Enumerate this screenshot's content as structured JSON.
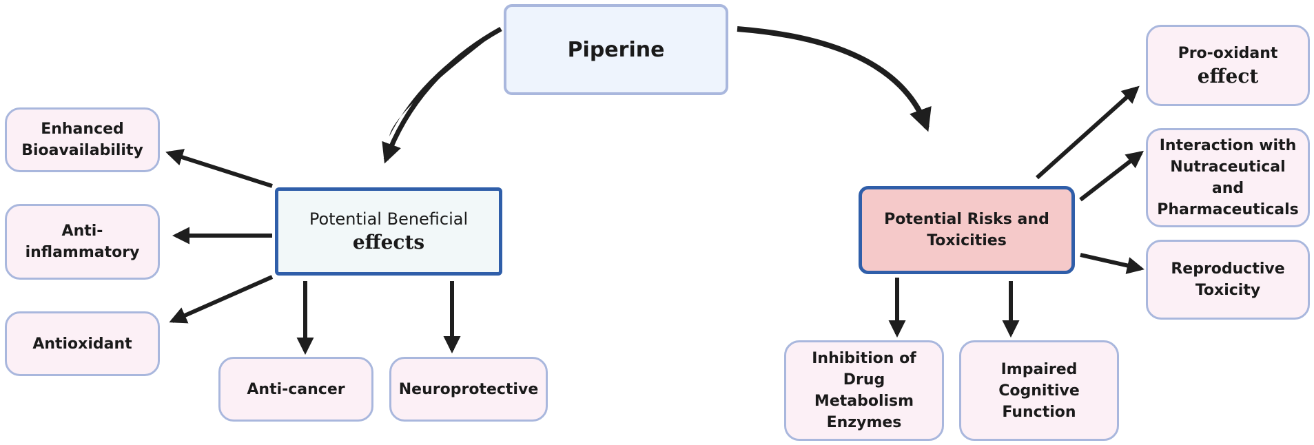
{
  "root": {
    "label": "Piperine"
  },
  "benefits": {
    "label_line1": "Potential Beneficial",
    "label_line2": "effects",
    "items": [
      {
        "line1": "Enhanced",
        "line2": "Bioavailability"
      },
      {
        "line1": "Anti-",
        "line2": "inflammatory"
      },
      {
        "line1": "Antioxidant"
      },
      {
        "line1": "Anti-cancer"
      },
      {
        "line1": "Neuroprotective"
      }
    ]
  },
  "risks": {
    "label_line1": "Potential Risks and",
    "label_line2": "Toxicities",
    "items": [
      {
        "line1": "Pro-oxidant",
        "line2": "effect"
      },
      {
        "line1": "Interaction with",
        "line2": "Nutraceutical",
        "line3": "and",
        "line4": "Pharmaceuticals"
      },
      {
        "line1": "Reproductive",
        "line2": "Toxicity"
      },
      {
        "line1": "Inhibition of",
        "line2": "Drug",
        "line3": "Metabolism",
        "line4": "Enzymes"
      },
      {
        "line1": "Impaired",
        "line2": "Cognitive",
        "line3": "Function"
      }
    ]
  }
}
